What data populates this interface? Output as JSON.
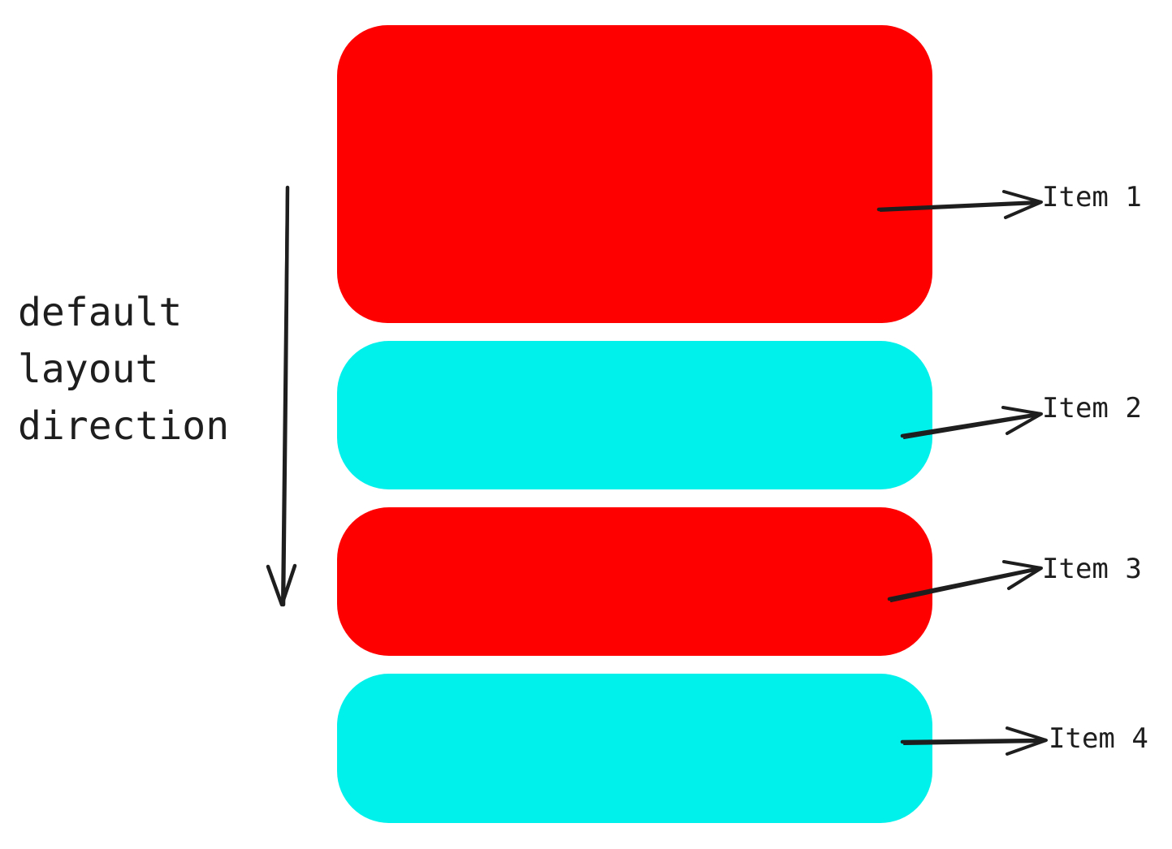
{
  "direction_label": {
    "lines": [
      "default",
      "layout",
      "direction"
    ]
  },
  "items": [
    {
      "label": "Item 1",
      "color": "#ff0000"
    },
    {
      "label": "Item 2",
      "color": "#00f0eb"
    },
    {
      "label": "Item 3",
      "color": "#ff0000"
    },
    {
      "label": "Item 4",
      "color": "#00f0eb"
    }
  ],
  "stroke_color": "#1e1e1e"
}
